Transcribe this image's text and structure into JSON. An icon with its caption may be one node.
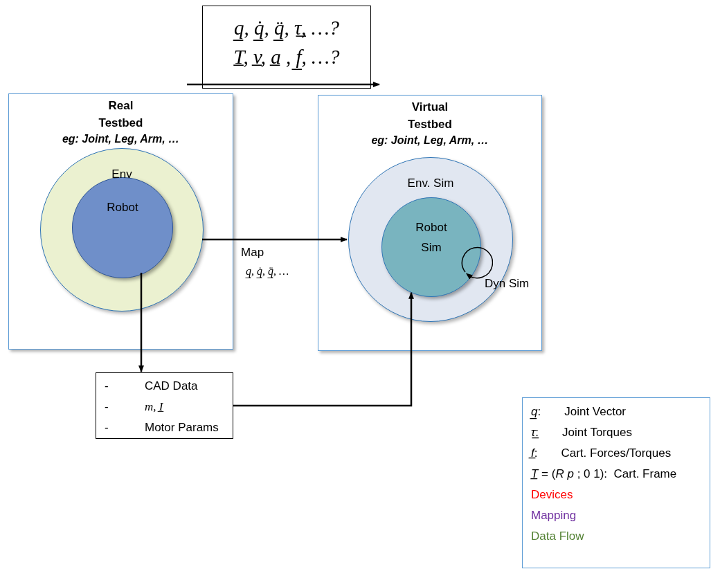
{
  "diagram": {
    "nodes": [
      {
        "text": [
          "q̲, q̲̇, q̲̈, τ̲, …?",
          "T̲, v̲, a̲ , f̲, …?"
        ]
      },
      {
        "text": [
          "Real Testbed",
          "eg: Joint, Leg, Arm, …"
        ]
      },
      {
        "text": [
          "Env"
        ],
        "in": 1
      },
      {
        "text": [
          "Robot"
        ],
        "in": 2
      },
      {
        "text": [
          "Virtual Testbed",
          "eg: Joint, Leg, Arm, …"
        ]
      },
      {
        "text": [
          "Env. Sim"
        ],
        "in": 4
      },
      {
        "text": [
          "Robot Sim"
        ],
        "in": 5
      },
      {
        "text": [],
        "shape": "circle",
        "beside": [
          "Dyn Sim"
        ],
        "in": 5
      },
      {
        "text": [
          "-",
          "CAD Data",
          "-",
          "m, I̲",
          "-",
          "Motor Params"
        ]
      }
    ],
    "edges": [
      {
        "from": 2,
        "to": 5,
        "arrow": "to",
        "label": "Map"
      },
      {
        "from": 3,
        "to": 8,
        "arrow": "to"
      },
      {
        "from": 8,
        "to": 6,
        "arrow": "to"
      }
    ],
    "labels": [
      "q̲, q̲̇, q̲̈, …"
    ],
    "legend": [
      {
        "text": "*q̲*:  Joint Vector"
      },
      {
        "text": "*τ̲*:  Joint Torques"
      },
      {
        "text": "*f̲*:  Cart. Forces/Torques"
      },
      {
        "text": "*T̲* = (*R p* ; 0 1):  Cart. Frame"
      },
      {
        "text": "Devices",
        "color": "#ff0000"
      },
      {
        "text": "Mapping",
        "color": "#7030a0"
      },
      {
        "text": "Data Flow",
        "color": "#548235"
      }
    ]
  }
}
